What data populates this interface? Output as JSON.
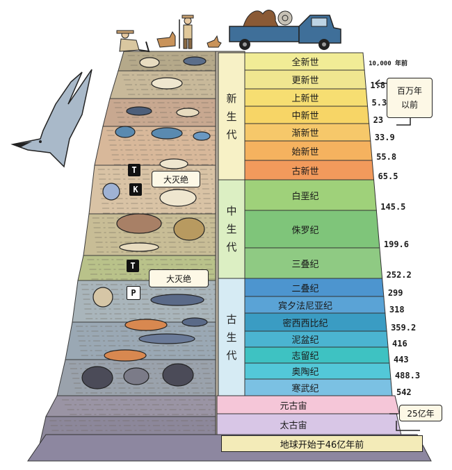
{
  "eras": [
    {
      "key": "cenozoic",
      "chars": [
        "新",
        "生",
        "代"
      ],
      "color": "#f7f1c6"
    },
    {
      "key": "mesozoic",
      "chars": [
        "中",
        "生",
        "代"
      ],
      "color": "#dcefc3"
    },
    {
      "key": "paleozoic",
      "chars": [
        "古",
        "生",
        "代"
      ],
      "color": "#d6ebf4"
    }
  ],
  "periods": [
    {
      "name": "全新世",
      "color": "#f1ec96",
      "age": "10,000 年前"
    },
    {
      "name": "更新世",
      "color": "#f0e690",
      "age": "1.8"
    },
    {
      "name": "上新世",
      "color": "#f6de72",
      "age": "5.3"
    },
    {
      "name": "中新世",
      "color": "#f7d566",
      "age": "23"
    },
    {
      "name": "渐新世",
      "color": "#f6c86a",
      "age": "33.9"
    },
    {
      "name": "始新世",
      "color": "#f5b25f",
      "age": "55.8"
    },
    {
      "name": "古新世",
      "color": "#f29a5c",
      "age": "65.5"
    },
    {
      "name": "白垩纪",
      "color": "#9fd17a",
      "age": "145.5"
    },
    {
      "name": "侏罗纪",
      "color": "#7fc57a",
      "age": "199.6"
    },
    {
      "name": "三叠纪",
      "color": "#8fca83",
      "age": "252.2"
    },
    {
      "name": "二叠纪",
      "color": "#4d95cf",
      "age": "299"
    },
    {
      "name": "宾夕法尼亚纪",
      "color": "#5aa3d6",
      "age": "318"
    },
    {
      "name": "密西西比纪",
      "color": "#3a9cc3",
      "age": "359.2"
    },
    {
      "name": "泥盆纪",
      "color": "#4bb4d1",
      "age": "416"
    },
    {
      "name": "志留纪",
      "color": "#3ec2c2",
      "age": "443"
    },
    {
      "name": "奥陶纪",
      "color": "#53c8d8",
      "age": "488.3"
    },
    {
      "name": "寒武纪",
      "color": "#7bc1e3",
      "age": "542"
    }
  ],
  "eons": [
    {
      "name": "元古宙",
      "color": "#f5c6d8"
    },
    {
      "name": "太古宙",
      "color": "#d8c6e6"
    }
  ],
  "labels": {
    "mya_line1": "百万年",
    "mya_line2": "以前",
    "eon_boundary": "25亿年",
    "earth_origin": "地球开始于46亿年前",
    "extinction_kt": "大灭绝",
    "extinction_pt": "大灭绝",
    "tag_t1": "T",
    "tag_k": "K",
    "tag_t2": "T",
    "tag_p": "P"
  }
}
